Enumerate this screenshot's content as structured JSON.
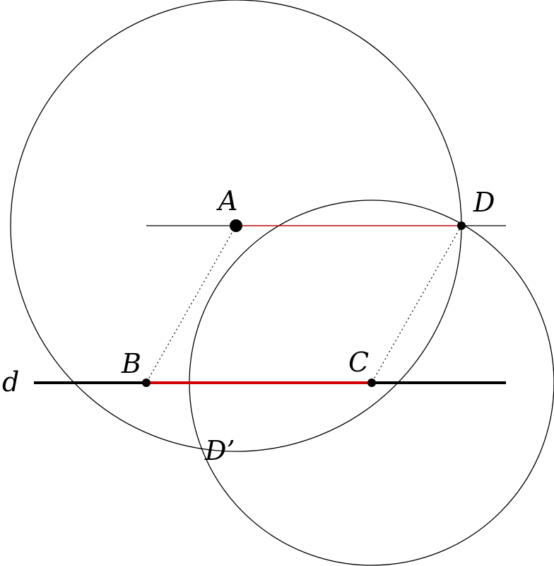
{
  "colors": {
    "stroke": "#000000",
    "highlight": "#d40000",
    "background": "#ffffff"
  },
  "labels": {
    "A": "A",
    "B": "B",
    "C": "C",
    "D": "D",
    "D_prime": "D’",
    "line_d": "d"
  }
}
